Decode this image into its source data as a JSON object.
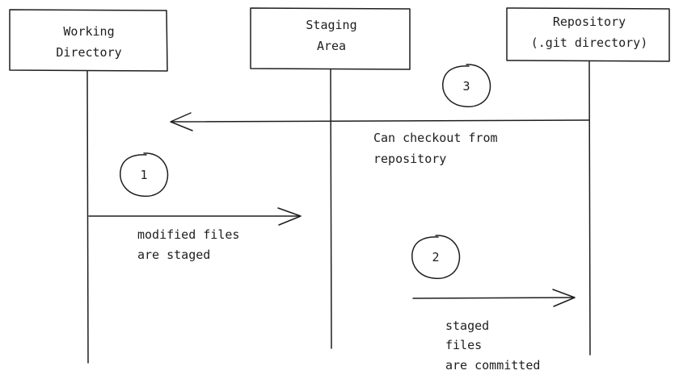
{
  "boxes": {
    "working": {
      "line1": "Working",
      "line2": "Directory"
    },
    "staging": {
      "line1": "Staging",
      "line2": "Area"
    },
    "repository": {
      "line1": "Repository",
      "line2": "(.git directory)"
    }
  },
  "steps": {
    "one": {
      "number": "1",
      "label_line1": "modified files",
      "label_line2": "are staged"
    },
    "two": {
      "number": "2",
      "label_line1": "staged",
      "label_line2": "files",
      "label_line3": "are committed"
    },
    "three": {
      "number": "3",
      "label_line1": "Can checkout from",
      "label_line2": "repository"
    }
  }
}
